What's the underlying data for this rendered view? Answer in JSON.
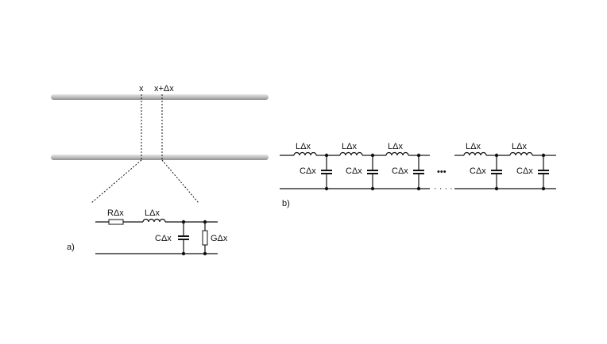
{
  "panel_a": {
    "label": "a)",
    "pos_x": "x",
    "pos_x_dx": "x+Δx",
    "resistor": "RΔx",
    "inductor": "LΔx",
    "capacitor": "CΔx",
    "conductance": "GΔx"
  },
  "panel_b": {
    "label": "b)",
    "inductor": "LΔx",
    "capacitor": "CΔx",
    "ellipsis": "•••",
    "line_dots": "· · · ·"
  }
}
